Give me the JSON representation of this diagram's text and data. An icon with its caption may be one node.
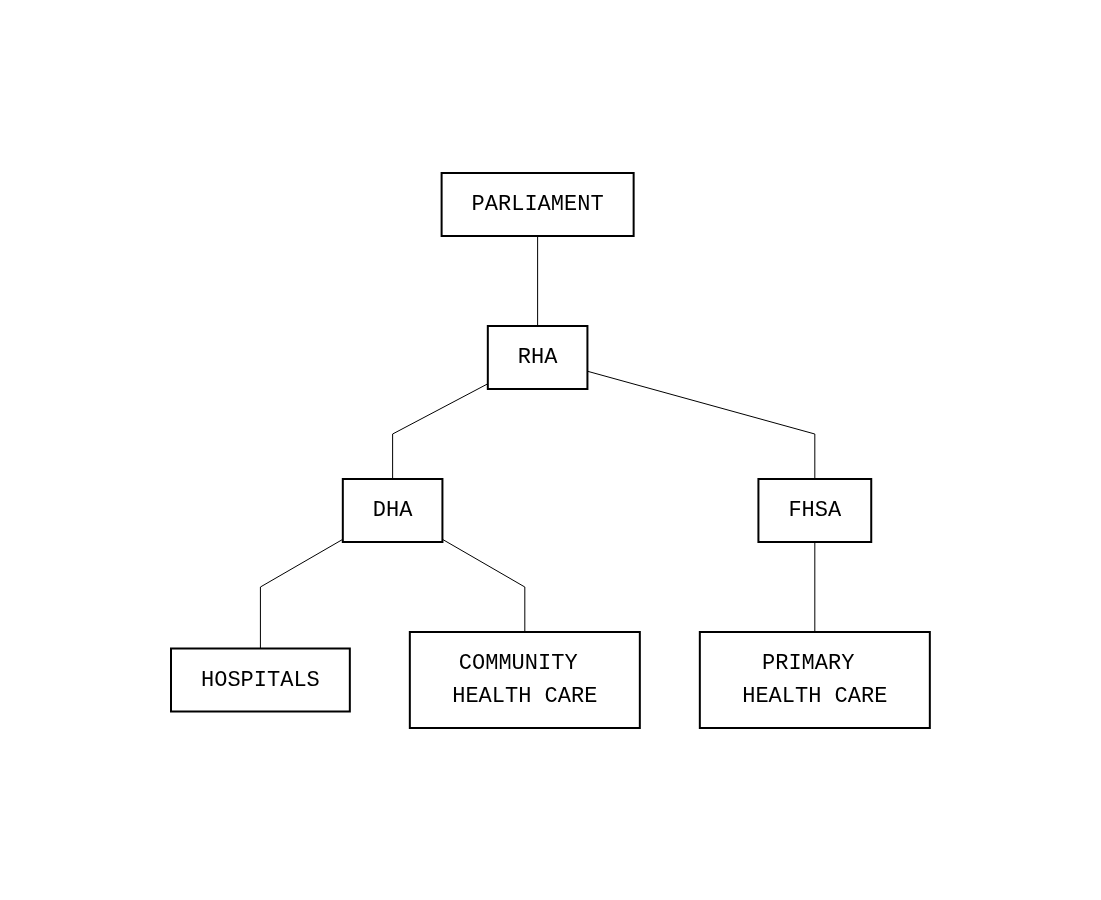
{
  "diagram": {
    "nodes": [
      {
        "text": [
          "PARLIAMENT"
        ]
      },
      {
        "text": [
          "RHA"
        ]
      },
      {
        "text": [
          "DHA"
        ]
      },
      {
        "text": [
          "FHSA"
        ]
      },
      {
        "text": [
          "HOSPITALS"
        ]
      },
      {
        "text": [
          "COMMUNITY HEALTH CARE"
        ]
      },
      {
        "text": [
          "PRIMARY HEALTH CARE"
        ]
      }
    ],
    "edges": [
      {
        "from": 0,
        "to": 1,
        "arrow": "none"
      },
      {
        "from": 1,
        "to": 2,
        "arrow": "none"
      },
      {
        "from": 1,
        "to": 3,
        "arrow": "none"
      },
      {
        "from": 2,
        "to": 4,
        "arrow": "none"
      },
      {
        "from": 2,
        "to": 5,
        "arrow": "none"
      },
      {
        "from": 3,
        "to": 6,
        "arrow": "none"
      }
    ]
  }
}
